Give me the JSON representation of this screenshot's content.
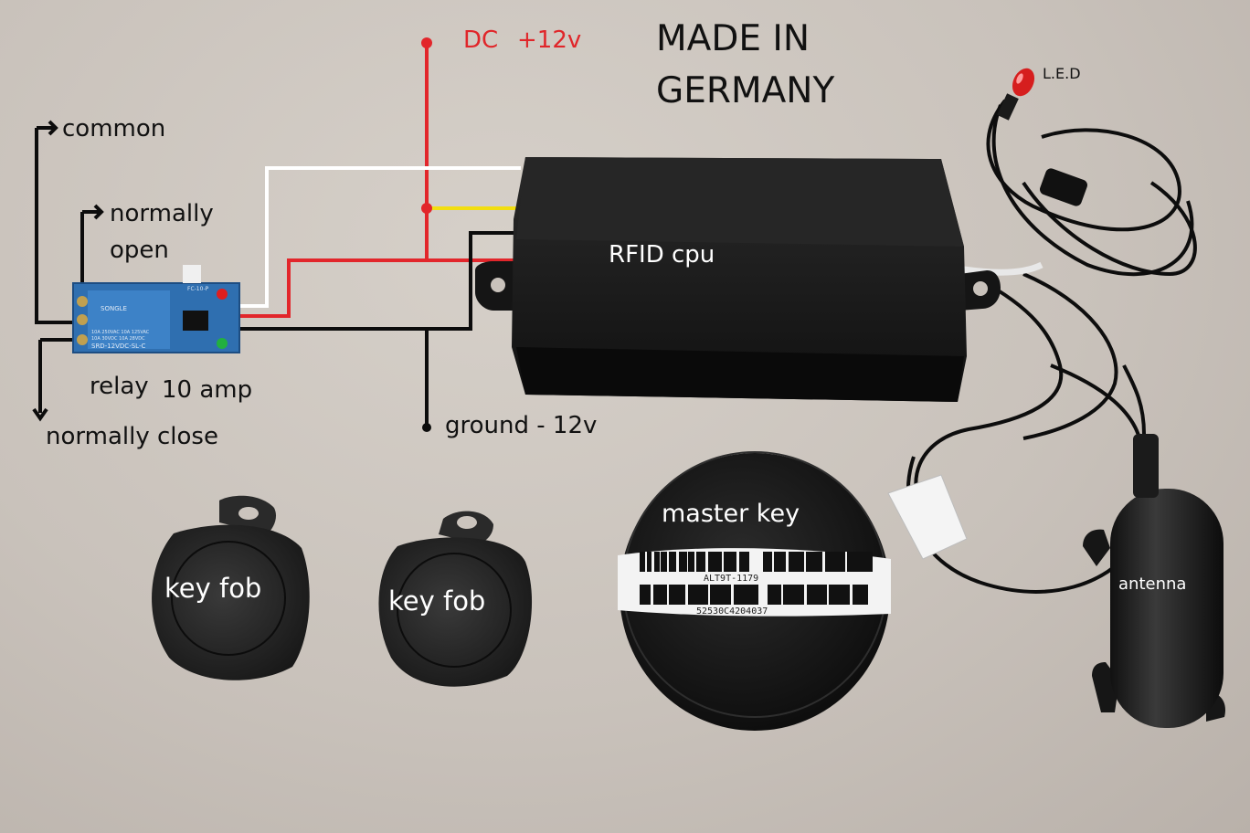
{
  "labels": {
    "dc": "DC",
    "plus12v": "+12v",
    "made_in_line1": "MADE IN",
    "made_in_line2": "GERMANY",
    "led": "L.E.D",
    "common": "common",
    "normally_open_line1": "normally",
    "normally_open_line2": "open",
    "rfid_cpu": "RFID cpu",
    "relay": "relay",
    "relay_amp": "10 amp",
    "normally_close": "normally close",
    "ground": "ground - 12v",
    "key_fob_1": "key fob",
    "key_fob_2": "key fob",
    "master_key": "master key",
    "antenna": "antenna"
  },
  "relay_board_print": {
    "brand": "SONGLE",
    "model": "SRD-12VDC-SL-C",
    "ratings": "10A 250VAC  10A 125VAC",
    "ratings2": "10A 30VDC  10A 28VDC",
    "board_code": "FC-10-P"
  },
  "master_key_print": {
    "code1": "ALT9T-1179",
    "code2": "52530C4204037"
  },
  "colors": {
    "wire_red": "#e2262b",
    "wire_white": "#ffffff",
    "wire_yellow": "#f2de10",
    "wire_black": "#0c0c0c",
    "background": "#cbc4bd",
    "device_black": "#141414",
    "relay_blue": "#2f6fb0"
  }
}
